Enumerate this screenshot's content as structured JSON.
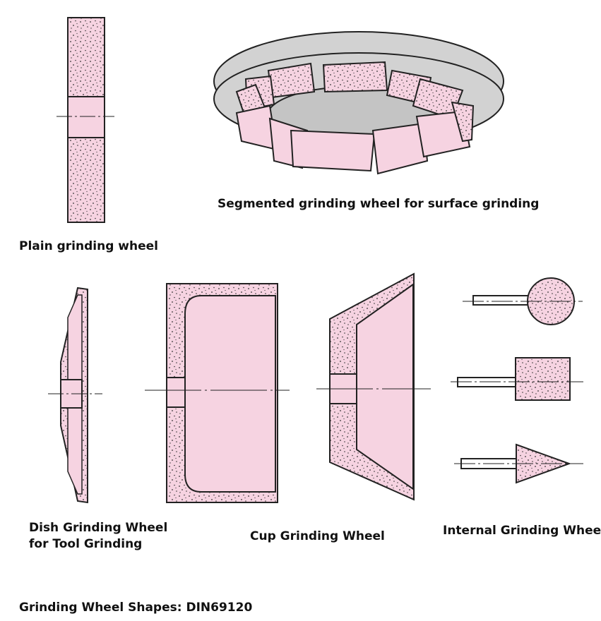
{
  "labels": {
    "plain": "Plain grinding wheel",
    "segmented": "Segmented grinding wheel for surface grinding",
    "dish_line1": "Dish Grinding Wheel",
    "dish_line2": "for Tool Grinding",
    "cup": "Cup Grinding Wheel",
    "internal": "Internal Grinding Wheel",
    "caption": "Grinding Wheel Shapes: DIN69120"
  },
  "colors": {
    "abrasive": "#f6d3e1",
    "backing": "#d2d2d2",
    "outline": "#222222",
    "grit": "#333333"
  }
}
